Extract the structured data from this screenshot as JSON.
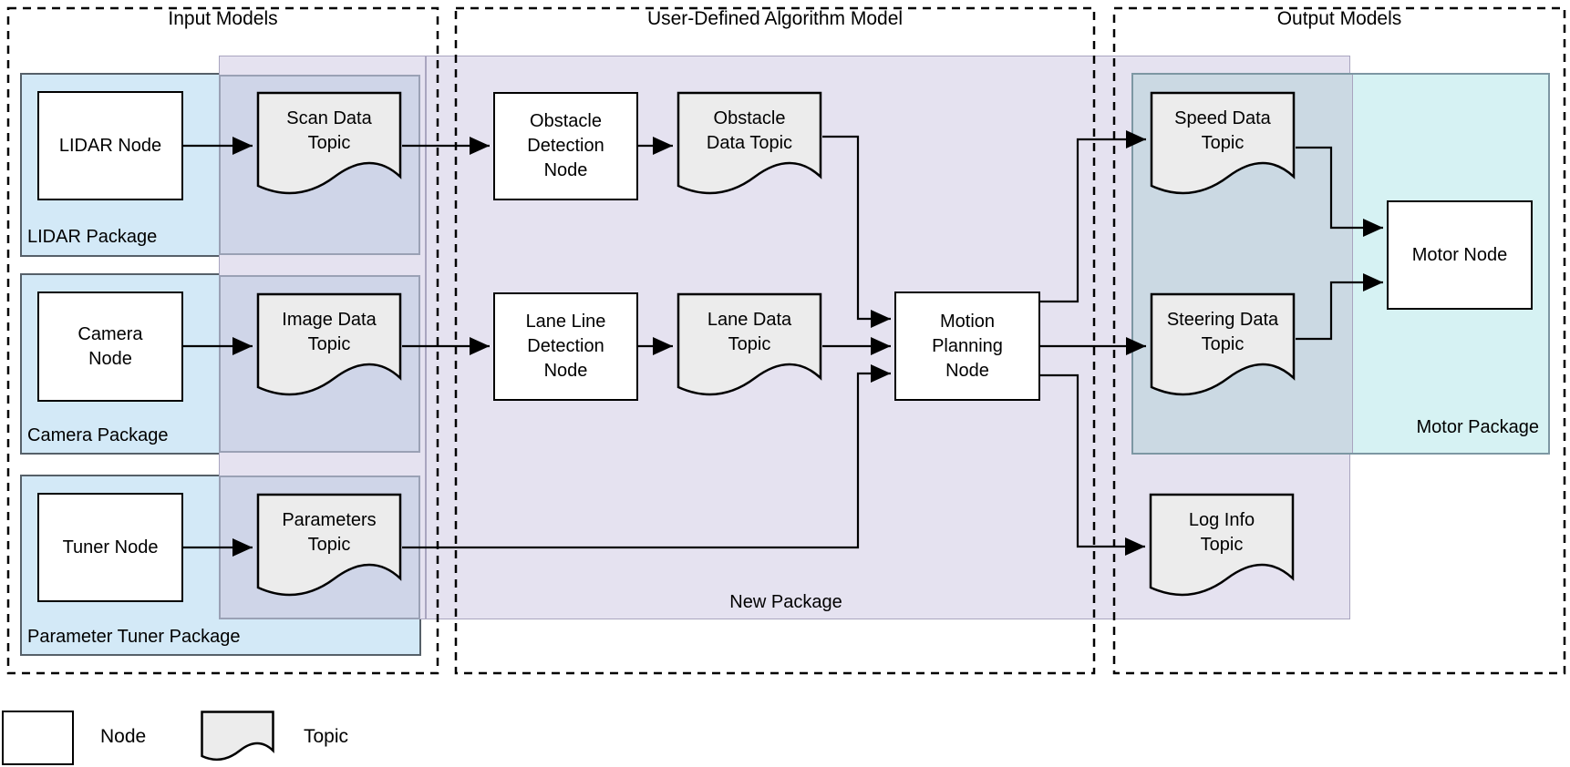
{
  "sections": {
    "input": {
      "title": "Input Models"
    },
    "algorithm": {
      "title": "User-Defined Algorithm Model"
    },
    "output": {
      "title": "Output Models"
    }
  },
  "packages": {
    "lidar": "LIDAR Package",
    "camera": "Camera Package",
    "tuner": "Parameter Tuner Package",
    "new_pkg": "New Package",
    "motor": "Motor Package"
  },
  "nodes": {
    "lidar": "LIDAR Node",
    "camera": "Camera\nNode",
    "tuner": "Tuner Node",
    "obstacle": "Obstacle\nDetection\nNode",
    "lane": "Lane Line\nDetection\nNode",
    "motion": "Motion\nPlanning\nNode",
    "motor": "Motor Node"
  },
  "topics": {
    "scan": "Scan Data\nTopic",
    "image": "Image Data\nTopic",
    "parameters": "Parameters\nTopic",
    "obstacle": "Obstacle\nData Topic",
    "lane": "Lane Data\nTopic",
    "speed": "Speed Data\nTopic",
    "steering": "Steering Data\nTopic",
    "log": "Log Info\nTopic"
  },
  "legend": {
    "node_label": "Node",
    "topic_label": "Topic"
  },
  "colors": {
    "package_blue": "#d3e9f7",
    "lavender": "#e5e2f0",
    "topic_holder": "#cfd5e8",
    "motor_overlap": "#cbd9e3",
    "motor_teal": "#d6f2f3",
    "doc_fill": "#ececec"
  }
}
